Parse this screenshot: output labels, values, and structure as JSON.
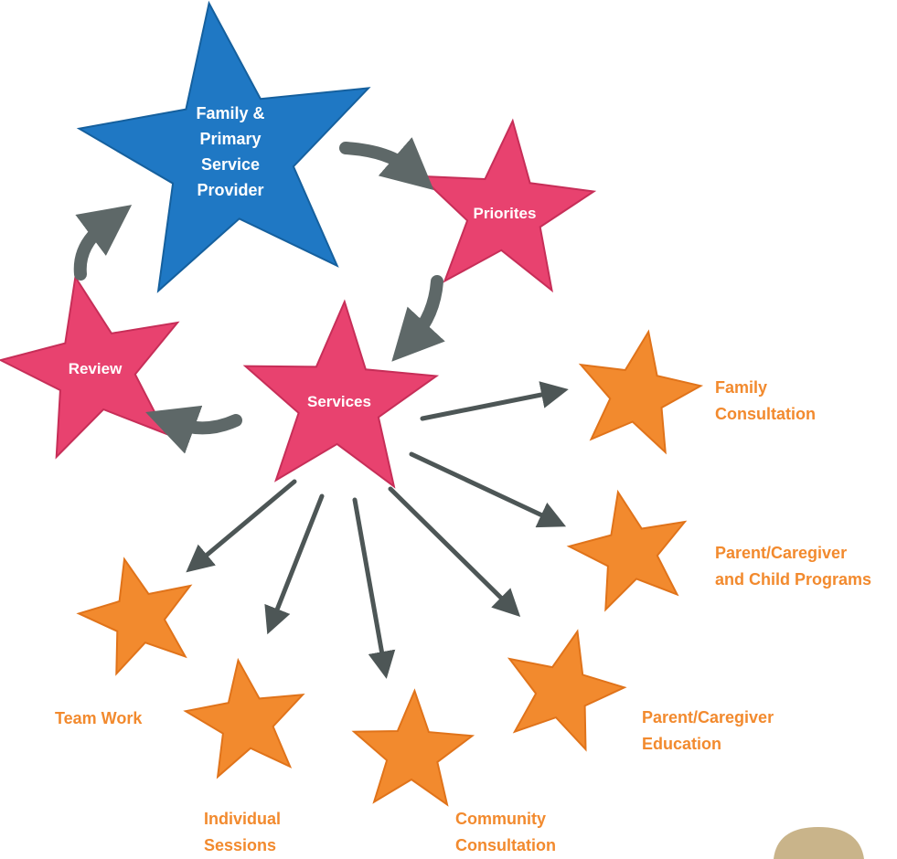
{
  "colors": {
    "primary_star": "#1f78c4",
    "pink_star": "#e8426f",
    "orange_star": "#f28a2e",
    "arrow": "#4d5656",
    "orange_text": "#f28a2e"
  },
  "cycle": {
    "primary": {
      "line1": "Family &",
      "line2": "Primary",
      "line3": "Service",
      "line4": "Provider"
    },
    "priorities": "Priorites",
    "services": "Services",
    "review": "Review"
  },
  "outcomes": {
    "family_consultation": {
      "line1": "Family",
      "line2": "Consultation"
    },
    "parent_child_programs": {
      "line1": "Parent/Caregiver",
      "line2": "and Child Programs"
    },
    "parent_education": {
      "line1": "Parent/Caregiver",
      "line2": "Education"
    },
    "community_consultation": {
      "line1": "Community",
      "line2": "Consultation"
    },
    "individual_sessions": {
      "line1": "Individual",
      "line2": "Sessions"
    },
    "team_work": {
      "line1": "Team Work"
    }
  }
}
